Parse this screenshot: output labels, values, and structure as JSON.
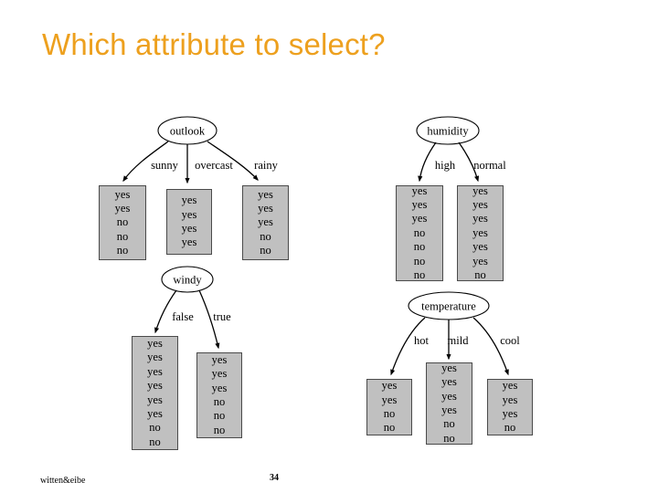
{
  "slide": {
    "title": "Which attribute to select?",
    "title_color": "#eda01e",
    "background_color": "#ffffff"
  },
  "footer": {
    "credit": "witten&eibe",
    "page_number": "34"
  },
  "figure": {
    "leaf_fill_color": "#c0c0c0",
    "leaf_border_color": "#4a4a4a",
    "trees": [
      {
        "id": "outlook",
        "root_label": "outlook",
        "branches": [
          {
            "edge_label": "sunny",
            "values": [
              "yes",
              "yes",
              "no",
              "no",
              "no"
            ]
          },
          {
            "edge_label": "overcast",
            "values": [
              "yes",
              "yes",
              "yes",
              "yes"
            ]
          },
          {
            "edge_label": "rainy",
            "values": [
              "yes",
              "yes",
              "yes",
              "no",
              "no"
            ]
          }
        ]
      },
      {
        "id": "humidity",
        "root_label": "humidity",
        "branches": [
          {
            "edge_label": "high",
            "values": [
              "yes",
              "yes",
              "yes",
              "no",
              "no",
              "no",
              "no"
            ]
          },
          {
            "edge_label": "normal",
            "values": [
              "yes",
              "yes",
              "yes",
              "yes",
              "yes",
              "yes",
              "no"
            ]
          }
        ]
      },
      {
        "id": "windy",
        "root_label": "windy",
        "branches": [
          {
            "edge_label": "false",
            "values": [
              "yes",
              "yes",
              "yes",
              "yes",
              "yes",
              "yes",
              "no",
              "no"
            ]
          },
          {
            "edge_label": "true",
            "values": [
              "yes",
              "yes",
              "yes",
              "no",
              "no",
              "no"
            ]
          }
        ]
      },
      {
        "id": "temperature",
        "root_label": "temperature",
        "branches": [
          {
            "edge_label": "hot",
            "values": [
              "yes",
              "yes",
              "no",
              "no"
            ]
          },
          {
            "edge_label": "mild",
            "values": [
              "yes",
              "yes",
              "yes",
              "yes",
              "no",
              "no"
            ]
          },
          {
            "edge_label": "cool",
            "values": [
              "yes",
              "yes",
              "yes",
              "no"
            ]
          }
        ]
      }
    ]
  }
}
